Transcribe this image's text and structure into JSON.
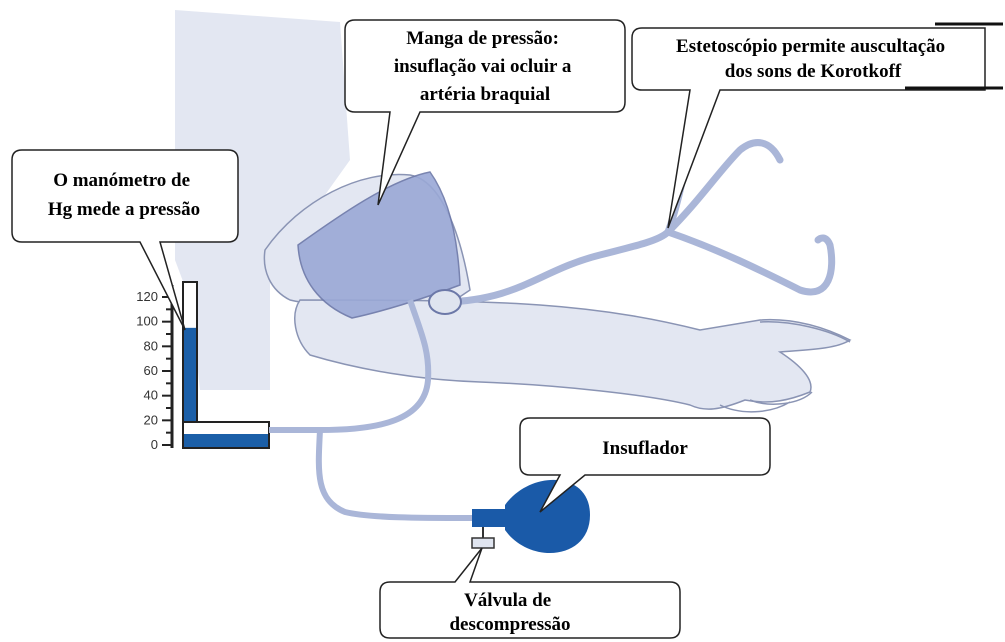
{
  "manometer": {
    "scale_labels": [
      "120",
      "100",
      "80",
      "60",
      "40",
      "20",
      "0"
    ],
    "mercury_level_mmHg": 95
  },
  "callouts": {
    "manometer": {
      "lines": [
        "O manómetro de",
        "Hg mede a pressão"
      ]
    },
    "cuff": {
      "lines": [
        "Manga de pressão:",
        "insuflação vai ocluir a",
        "artéria braquial"
      ]
    },
    "stethoscope": {
      "lines": [
        "Estetoscópio permite auscultação",
        "dos sons de Korotkoff"
      ]
    },
    "bulb": {
      "lines": [
        "Insuflador"
      ]
    },
    "valve": {
      "lines": [
        "Válvula de",
        "descompressão"
      ]
    }
  },
  "colors": {
    "skin": "#dfe4ef",
    "skin_outline": "#8a94b4",
    "cuff": "#9aa8d6",
    "tube": "#aab6d8",
    "mercury": "#1b5fa8",
    "bulb": "#1a5aa8"
  }
}
